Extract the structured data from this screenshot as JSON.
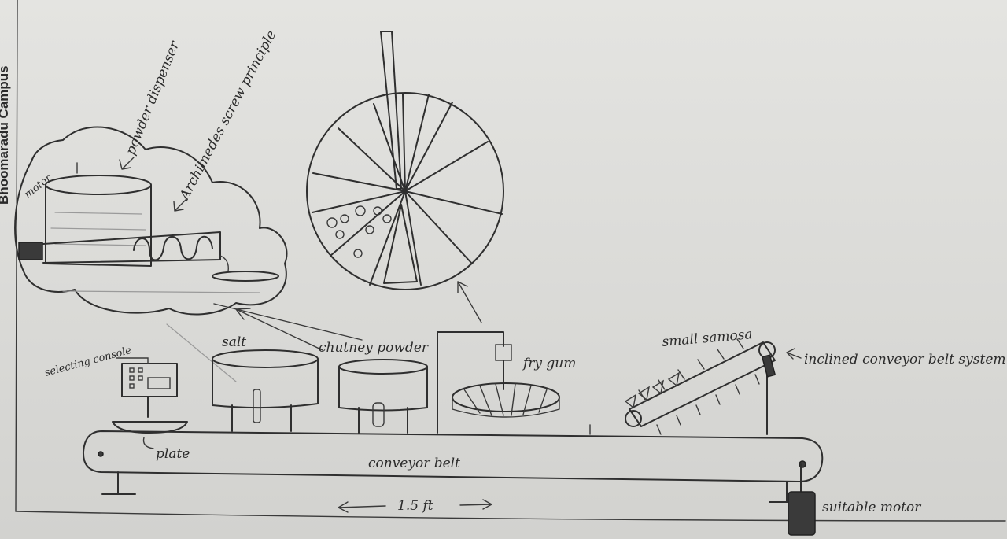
{
  "labels": {
    "motor_top": "motor",
    "powder_dispenser": "powder dispenser",
    "archimedes": "Archimedes screw principle",
    "salt": "salt",
    "chutney_powder": "chutney powder",
    "selecting_console": "selecting console",
    "plate": "plate",
    "fry_gum": "fry gum",
    "small_samosa": "small samosa",
    "inclined_conveyor": "inclined conveyor belt system",
    "conveyor_belt": "conveyor belt",
    "dimension": "1.5 ft",
    "suitable_motor": "suitable motor"
  },
  "page_edge_text": "Bhoomaradu Campus",
  "colors": {
    "ink": "#2f2f2f",
    "paper": "#dedede"
  }
}
